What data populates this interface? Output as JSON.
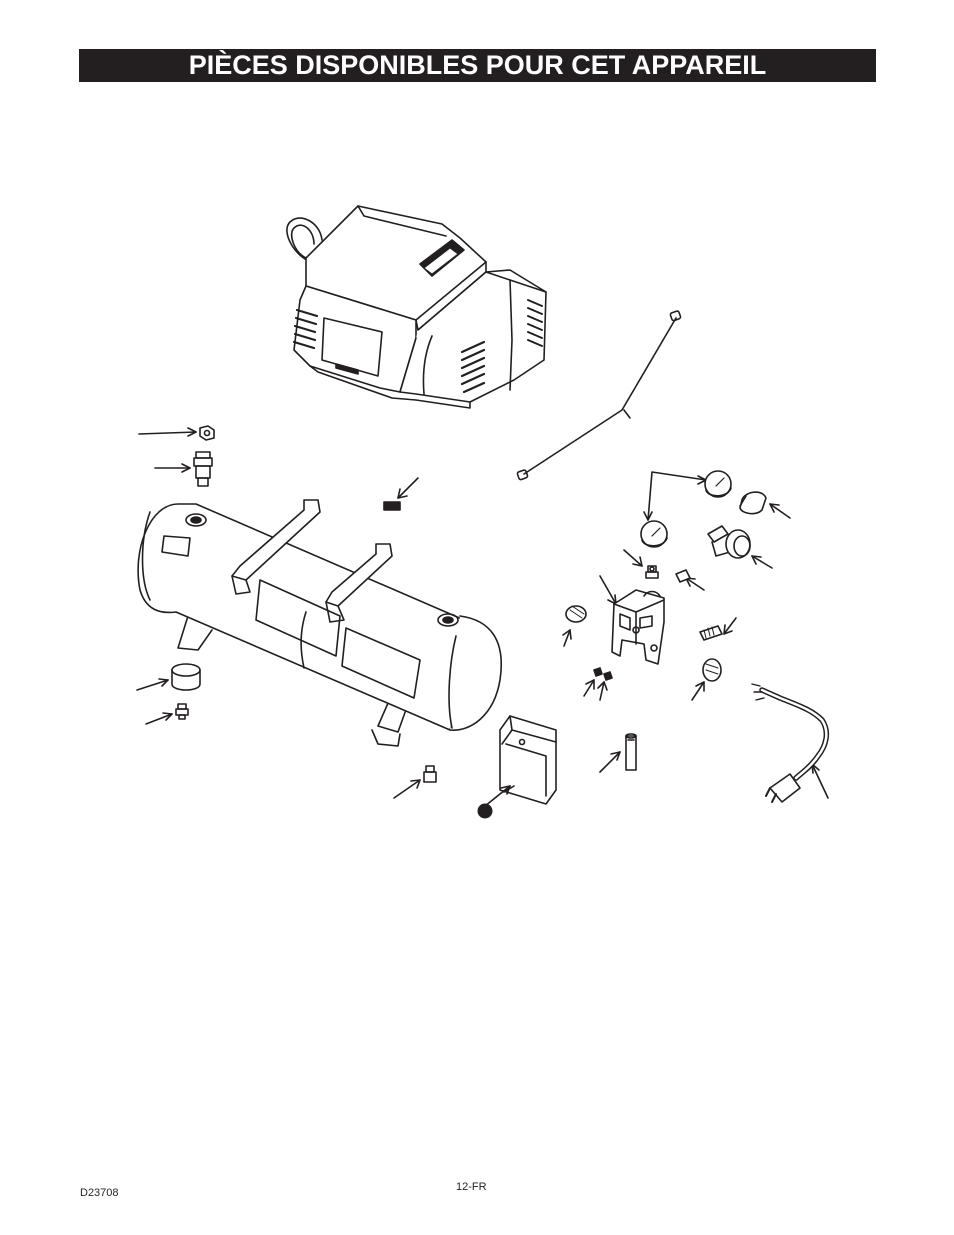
{
  "header": {
    "title": "PIÈCES DISPONIBLES POUR CET APPAREIL"
  },
  "footer": {
    "doc_code": "D23708",
    "page_number": "12-FR"
  },
  "colors": {
    "ink": "#231f20",
    "paper": "#ffffff",
    "title_bar": "#231f20"
  },
  "diagram": {
    "subject": "exploded-view-air-compressor",
    "parts": [
      "compressor-pump-shroud",
      "air-tank",
      "tank-brackets",
      "rubber-foot",
      "drain-valve",
      "safety-valve",
      "hex-nut",
      "check-valve",
      "tube-assembly",
      "pressure-gauges",
      "regulator",
      "pressure-switch",
      "switch-cover",
      "quick-coupler",
      "strain-relief",
      "unloader-tube",
      "power-cord"
    ]
  }
}
